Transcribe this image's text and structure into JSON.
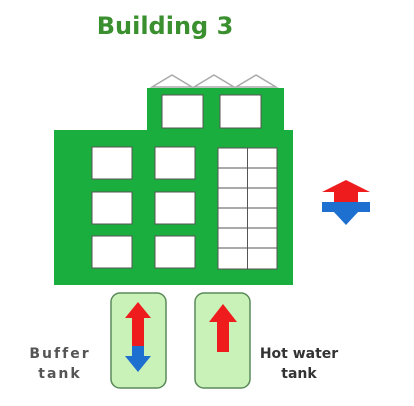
{
  "title": "Building 3",
  "tanks": {
    "buffer": {
      "label_line1": "Buffer",
      "label_line2": "tank"
    },
    "hot_water": {
      "label_line1": "Hot water",
      "label_line2": "tank"
    }
  },
  "colors": {
    "building_green": "#1aae3f",
    "title_green": "#3a8f2e",
    "tank_fill": "#c9f2b8",
    "tank_border": "#5a8a5a",
    "arrow_red": "#ee1c1c",
    "arrow_blue": "#1d6fd0"
  }
}
